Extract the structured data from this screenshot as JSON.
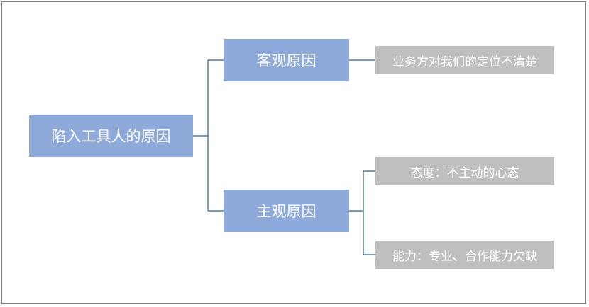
{
  "colors": {
    "primary_node": "#8eaadb",
    "secondary_node": "#bfbfbf",
    "connector": "#2e5c8a",
    "node_text": "#ffffff",
    "frame_border": "#7f7f7f"
  },
  "mindmap": {
    "root": {
      "label": "陷入工具人的原因"
    },
    "branches": [
      {
        "label": "客观原因",
        "children": [
          {
            "label": "业务方对我们的定位不清楚"
          }
        ]
      },
      {
        "label": "主观原因",
        "children": [
          {
            "label": "态度：不主动的心态"
          },
          {
            "label": "能力：专业、合作能力欠缺"
          }
        ]
      }
    ]
  }
}
